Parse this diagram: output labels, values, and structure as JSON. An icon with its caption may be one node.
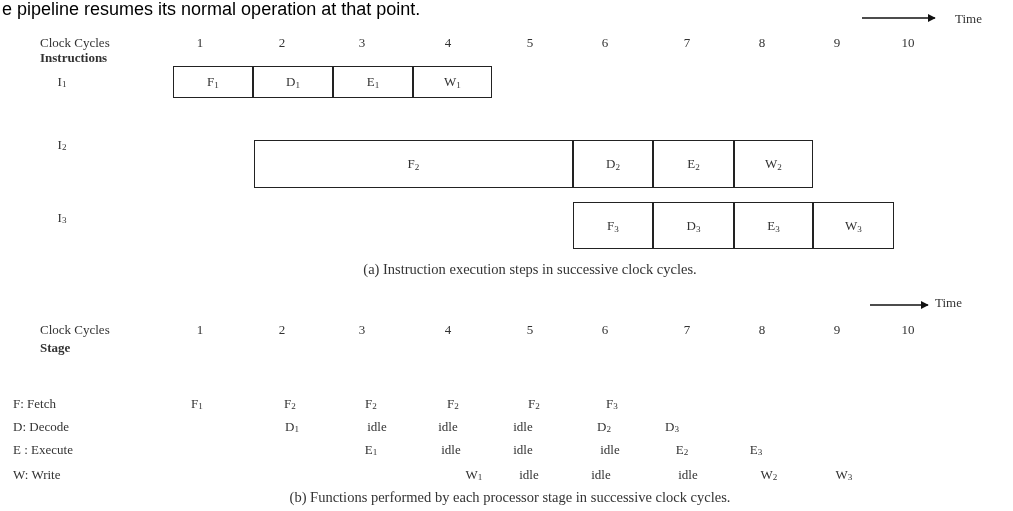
{
  "diagram": {
    "nodes": [
      {
        "text": [
          "F$_{1}$"
        ]
      },
      {
        "text": [
          "D$_{1}$"
        ]
      },
      {
        "text": [
          "E$_{1}$"
        ]
      },
      {
        "text": [
          "W$_{1}$"
        ]
      },
      {
        "text": [
          "F$_{2}$"
        ]
      },
      {
        "text": [
          "D$_{2}$"
        ]
      },
      {
        "text": [
          "E$_{2}$"
        ]
      },
      {
        "text": [
          "W$_{2}$"
        ]
      },
      {
        "text": [
          "F$_{3}$"
        ]
      },
      {
        "text": [
          "D$_{3}$"
        ]
      },
      {
        "text": [
          "E$_{3}$"
        ]
      },
      {
        "text": [
          "W$_{3}$"
        ]
      }
    ],
    "labels": [
      "e pipeline resumes its normal operation at that point.",
      "Time",
      "Clock Cycles",
      "1",
      "2",
      "3",
      "4",
      "5",
      "6",
      "7",
      "8",
      "9",
      "10",
      "Instructions",
      "I$_{1}$",
      "I$_{2}$",
      "I$_{3}$",
      "(a) Instruction execution steps in successive clock cycles.",
      "Time",
      "Clock Cycles",
      "1",
      "2",
      "3",
      "4",
      "5",
      "6",
      "7",
      "8",
      "9",
      "10",
      "Stage",
      "F: Fetch",
      "F$_{1}$",
      "F$_{2}$",
      "F$_{2}$",
      "F$_{2}$",
      "F$_{2}$",
      "F$_{3}$",
      "D: Decode",
      "D$_{1}$",
      "idle",
      "idle",
      "idle",
      "D$_{2}$",
      "D$_{3}$",
      "E : Execute",
      "E$_{1}$",
      "idle",
      "idle",
      "idle",
      "E$_{2}$",
      "E$_{3}$",
      "W: Write",
      "W$_{1}$",
      "idle",
      "idle",
      "idle",
      "W$_{2}$",
      "W$_{3}$",
      "(b) Functions performed by each processor stage in successive clock cycles."
    ]
  }
}
